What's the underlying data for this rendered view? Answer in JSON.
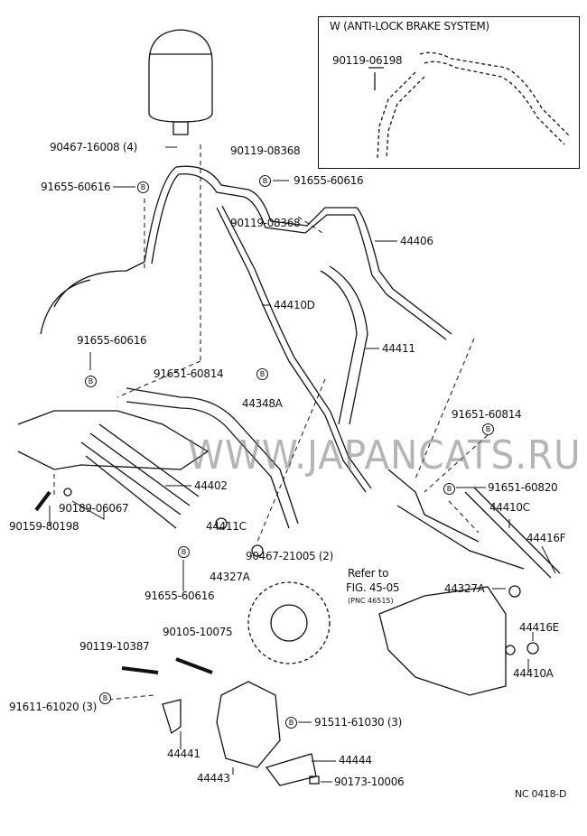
{
  "inset": {
    "title": "W (ANTI-LOCK BRAKE SYSTEM)",
    "part": "90119-06198"
  },
  "labels": {
    "p90467_16008": "90467-16008 (4)",
    "p90119_08368_a": "90119-08368",
    "p91655_60616_a": "91655-60616",
    "p91655_60616_b": "91655-60616",
    "p90119_08368_b": "90119-08368",
    "p44406": "44406",
    "p44410D": "44410D",
    "p44411": "44411",
    "p91655_60616_c": "91655-60616",
    "p91651_60814_a": "91651-60814",
    "p44348A": "44348A",
    "p91651_60814_b": "91651-60814",
    "p44402": "44402",
    "p91651_60820": "91651-60820",
    "p44411C": "44411C",
    "p44410C": "44410C",
    "p44416F": "44416F",
    "p90189_06067": "90189-06067",
    "p90159_80198": "90159-80198",
    "p90467_21005": "90467-21005 (2)",
    "p44327A_a": "44327A",
    "p91655_60616_d": "91655-60616",
    "p44327A_b": "44327A",
    "p44416E": "44416E",
    "p90105_10075": "90105-10075",
    "p90119_10387": "90119-10387",
    "p44410A": "44410A",
    "p91611_61020": "91611-61020 (3)",
    "p91511_61030": "91511-61030 (3)",
    "p44441": "44441",
    "p44444": "44444",
    "p44443": "44443",
    "p90173_10006": "90173-10006"
  },
  "reference": {
    "line1": "Refer to",
    "line2": "FIG. 45-05",
    "line3": "(PNC 46515)"
  },
  "bolt_marker": "B",
  "diagram_code": "NC 0418-D",
  "watermark": "WWW.JAPANCATS.RU"
}
